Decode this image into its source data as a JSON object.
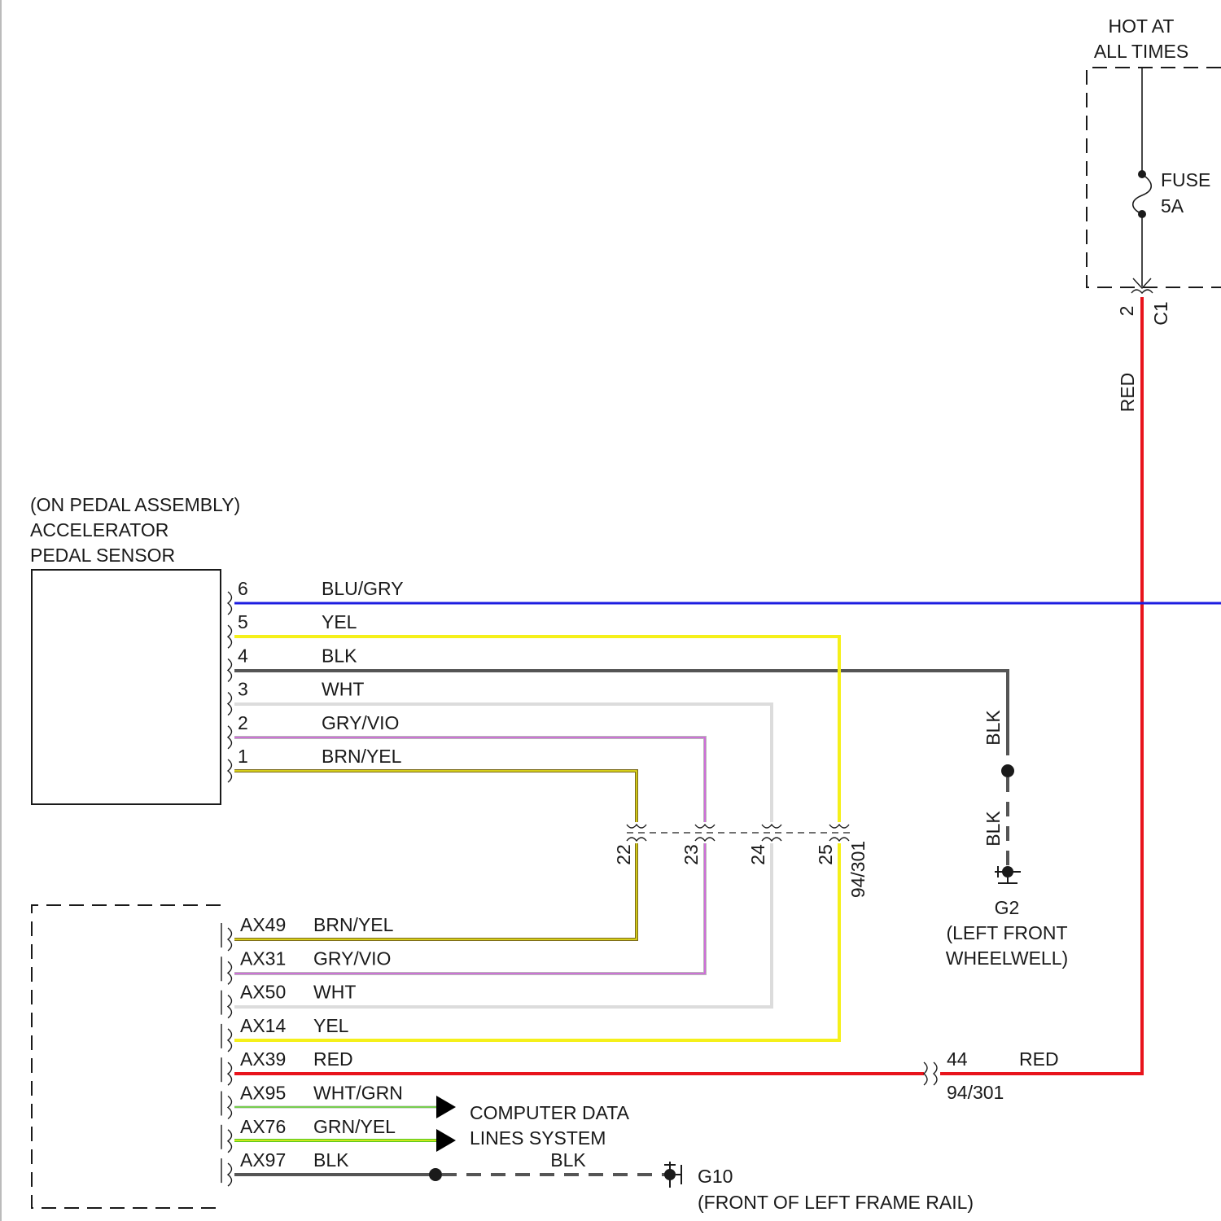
{
  "hot_label": [
    "HOT AT",
    "ALL TIMES"
  ],
  "fuse": {
    "label": "FUSE",
    "rating": "5A"
  },
  "connector_c1": {
    "pin": "2",
    "name": "C1"
  },
  "sensor": {
    "title": [
      "(ON PEDAL ASSEMBLY)",
      "ACCELERATOR",
      "PEDAL SENSOR"
    ],
    "pins": [
      {
        "pin": "6",
        "color": "BLU/GRY"
      },
      {
        "pin": "5",
        "color": "YEL"
      },
      {
        "pin": "4",
        "color": "BLK"
      },
      {
        "pin": "3",
        "color": "WHT"
      },
      {
        "pin": "2",
        "color": "GRY/VIO"
      },
      {
        "pin": "1",
        "color": "BRN/YEL"
      }
    ]
  },
  "inline_connector": {
    "pins": [
      "22",
      "23",
      "24",
      "25"
    ],
    "name": "94/301"
  },
  "module_pins": [
    {
      "pin": "AX49",
      "color": "BRN/YEL"
    },
    {
      "pin": "AX31",
      "color": "GRY/VIO"
    },
    {
      "pin": "AX50",
      "color": "WHT"
    },
    {
      "pin": "AX14",
      "color": "YEL"
    },
    {
      "pin": "AX39",
      "color": "RED"
    },
    {
      "pin": "AX95",
      "color": "WHT/GRN"
    },
    {
      "pin": "AX76",
      "color": "GRN/YEL"
    },
    {
      "pin": "AX97",
      "color": "BLK"
    }
  ],
  "wire_labels": {
    "red_vertical": "RED",
    "blk_upper": "BLK",
    "blk_lower": "BLK",
    "red_right": "RED",
    "blk_g10": "BLK"
  },
  "red_connector": {
    "pin": "44",
    "name": "94/301"
  },
  "ground_g2": {
    "name": "G2",
    "location": [
      "(LEFT FRONT",
      "WHEELWELL)"
    ]
  },
  "ground_g10": {
    "name": "G10",
    "location": "(FRONT OF LEFT FRAME RAIL)"
  },
  "data_lines": [
    "COMPUTER DATA",
    "LINES SYSTEM"
  ],
  "wire_colors": {
    "RED": "#e8141c",
    "BLU": "#1c1ce0",
    "YEL": "#f5f01a",
    "BLK": "#555555",
    "WHT": "#dcdcdc",
    "GRY": "#b0b0b0",
    "VIO": "#d45ce0",
    "BRN": "#7a6a1a",
    "GRN": "#54c81e"
  }
}
